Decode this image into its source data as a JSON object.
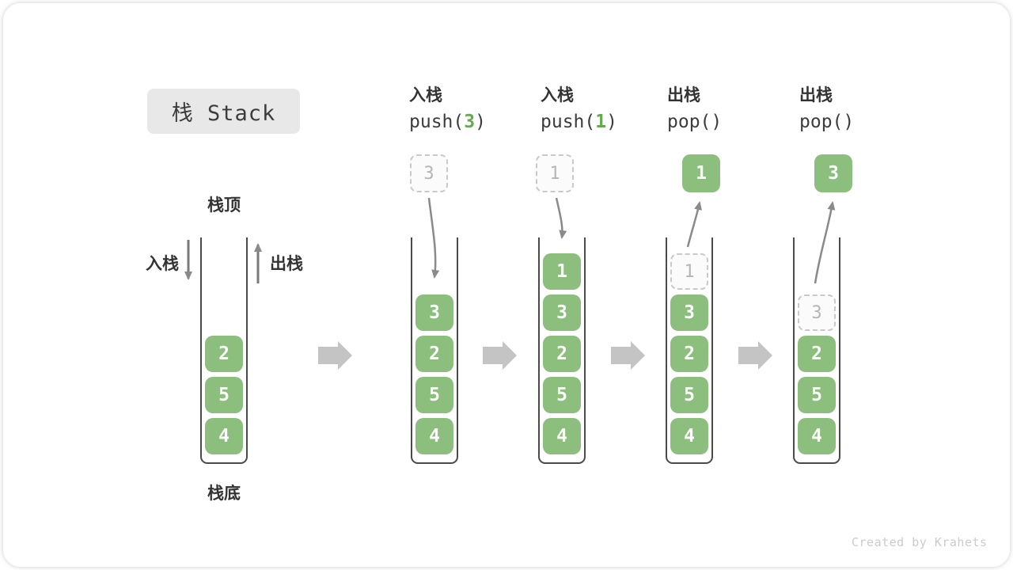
{
  "title": "栈 Stack",
  "watermark": "Created by Krahets",
  "colors": {
    "block_green": "#8CBE7D",
    "arg_green": "#67A94F",
    "dark_text": "#3C3C3C",
    "wall": "#4A4A4A",
    "curve_arrow": "#8A8A8A",
    "block_arrow": "#C4C4C4",
    "ghost_border": "#C9C9C9",
    "ghost_text": "#B5B5B5",
    "title_bg": "#E8E8E8",
    "watermark": "#CBCBCB"
  },
  "labels": {
    "stack_top": "栈顶",
    "stack_bottom": "栈底",
    "push_side": "入栈",
    "pop_side": "出栈"
  },
  "columns": [
    {
      "name": "initial",
      "stack": [
        {
          "value": "2"
        },
        {
          "value": "5"
        },
        {
          "value": "4"
        }
      ]
    },
    {
      "name": "push-3",
      "op_cjk": "入栈",
      "code_pre": "push(",
      "code_arg": "3",
      "code_post": ")",
      "incoming": {
        "style": "dashed",
        "value": "3"
      },
      "stack": [
        {
          "value": "3"
        },
        {
          "value": "2"
        },
        {
          "value": "5"
        },
        {
          "value": "4"
        }
      ]
    },
    {
      "name": "push-1",
      "op_cjk": "入栈",
      "code_pre": "push(",
      "code_arg": "1",
      "code_post": ")",
      "incoming": {
        "style": "dashed",
        "value": "1"
      },
      "stack": [
        {
          "value": "1"
        },
        {
          "value": "3"
        },
        {
          "value": "2"
        },
        {
          "value": "5"
        },
        {
          "value": "4"
        }
      ]
    },
    {
      "name": "pop-1",
      "op_cjk": "出栈",
      "code_pre": "pop(",
      "code_arg": "",
      "code_post": ")",
      "outgoing": {
        "style": "solid",
        "value": "1"
      },
      "stack": [
        {
          "value": "1",
          "ghost": true
        },
        {
          "value": "3"
        },
        {
          "value": "2"
        },
        {
          "value": "5"
        },
        {
          "value": "4"
        }
      ]
    },
    {
      "name": "pop-3",
      "op_cjk": "出栈",
      "code_pre": "pop(",
      "code_arg": "",
      "code_post": ")",
      "outgoing": {
        "style": "solid",
        "value": "3"
      },
      "stack": [
        {
          "value": "3",
          "ghost": true
        },
        {
          "value": "2"
        },
        {
          "value": "5"
        },
        {
          "value": "4"
        }
      ]
    }
  ]
}
